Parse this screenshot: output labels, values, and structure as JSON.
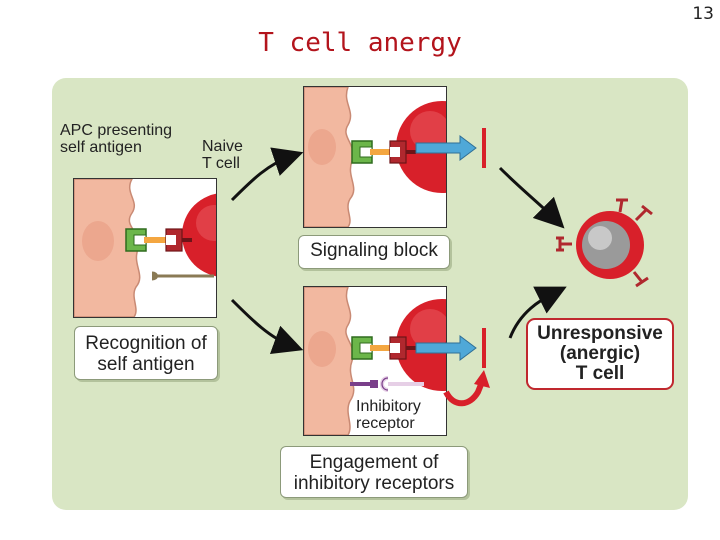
{
  "title": "T cell anergy",
  "page_number": "13",
  "labels": {
    "apc": "APC presenting self antigen",
    "apc_line1": "APC presenting",
    "apc_line2": "self antigen",
    "naive_line1": "Naive",
    "naive_line2": "T cell",
    "inhibitory_line1": "Inhibitory",
    "inhibitory_line2": "receptor"
  },
  "captions": {
    "recognition_line1": "Recognition of",
    "recognition_line2": "self antigen",
    "signaling_block": "Signaling block",
    "engagement_line1": "Engagement of",
    "engagement_line2": "inhibitory receptors"
  },
  "outcome": {
    "line1": "Unresponsive",
    "line2": "(anergic)",
    "line3": "T cell"
  },
  "colors": {
    "title": "#b3141c",
    "panel_background": "#d9e6c4",
    "apc_cell": "#f2b8a0",
    "t_cell": "#d8202a",
    "signal_arrow": "#4fa8d8",
    "block_bar": "#d8202a",
    "inhibitory_receptor": "#7a3f8a"
  }
}
